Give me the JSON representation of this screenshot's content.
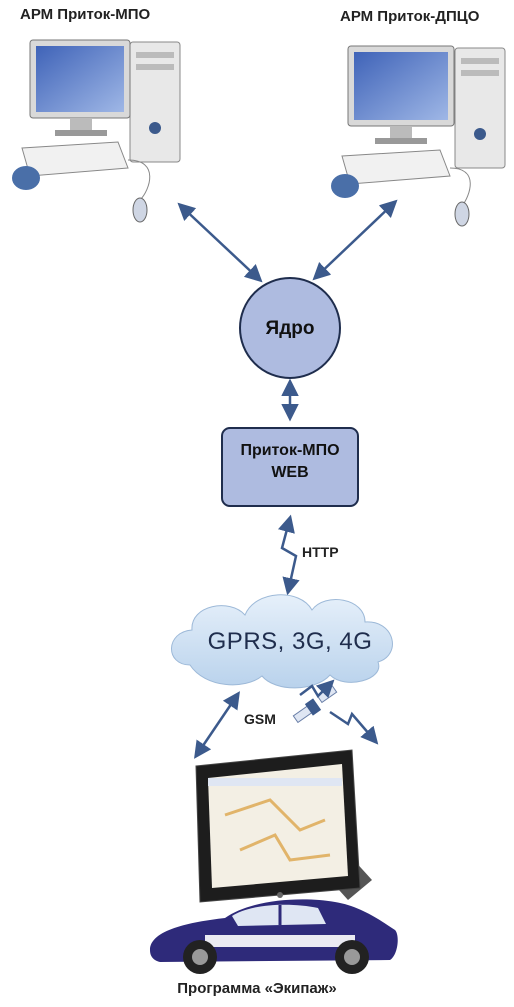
{
  "workstations": {
    "left_label": "АРМ Приток-МПО",
    "right_label": "АРМ Приток-ДПЦО"
  },
  "core": {
    "label": "Ядро"
  },
  "web_server": {
    "line1": "Приток-МПО",
    "line2": "WEB"
  },
  "links": {
    "http": "HTTP",
    "gsm": "GSM"
  },
  "network": {
    "label": "GPRS, 3G, 4G"
  },
  "client": {
    "label": "Программа «Экипаж»"
  },
  "colors": {
    "node_fill": "#aebbe0",
    "node_stroke": "#1f2d4d",
    "arrow": "#3c5a8c",
    "cloud_fill": "#cfe1f3",
    "car_body": "#2e2a7a"
  }
}
